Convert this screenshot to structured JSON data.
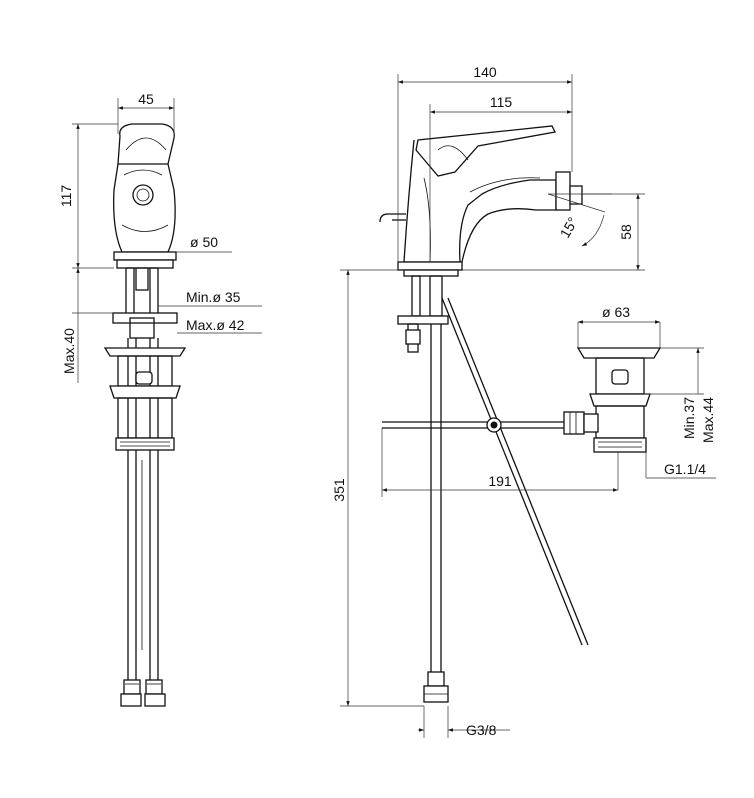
{
  "dims": {
    "front_width": "45",
    "front_height": "117",
    "body_diameter": "ø 50",
    "hole_min": "Min.ø 35",
    "hole_max": "Max.ø 42",
    "deck_max": "Max.40",
    "total_depth": "140",
    "spout_reach": "115",
    "spout_height": "58",
    "swivel_angle": "15°",
    "waste_diameter": "ø 63",
    "waste_min": "Min.37",
    "waste_max": "Max.44",
    "waste_thread": "G1.1/4",
    "rod_length": "191",
    "total_height": "351",
    "inlet_thread": "G3/8"
  }
}
